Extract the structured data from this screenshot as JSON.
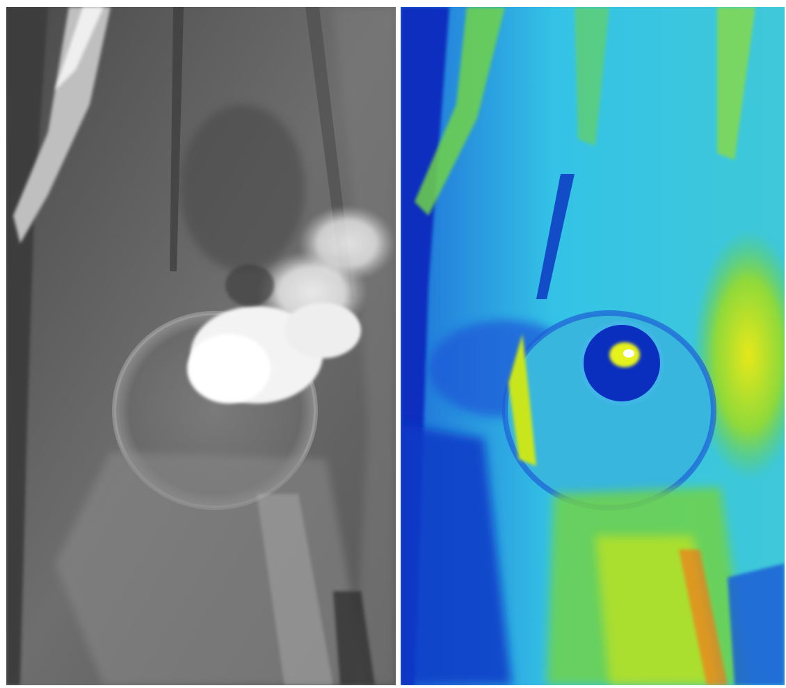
{
  "panels": [
    {
      "id": "left",
      "rendering": "grayscale",
      "colors": {
        "dark": "#3a3a3a",
        "mid": "#6b6b6b",
        "light": "#9a9a9a",
        "bright": "#f2f2f2"
      }
    },
    {
      "id": "right",
      "rendering": "false-color",
      "colors": {
        "deep": "#0a2fbf",
        "blue": "#1f7fe0",
        "cyan": "#32c8e8",
        "green": "#6fd34a",
        "yellow": "#d6e81a",
        "red": "#ff3a10"
      }
    }
  ],
  "divider_color": "#ffffff"
}
